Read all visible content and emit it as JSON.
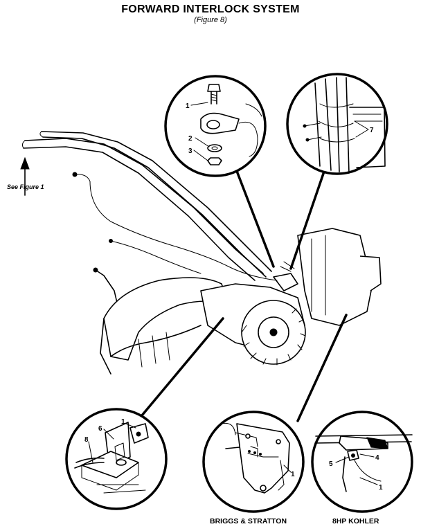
{
  "title": "FORWARD INTERLOCK SYSTEM",
  "subtitle": "(Figure 8)",
  "see_figure": "See Figure 1",
  "callouts": {
    "n1": "1",
    "n2": "2",
    "n3": "3",
    "n7": "7",
    "n8": "8",
    "n6": "6",
    "n1b": "1",
    "n1c": "1",
    "n5": "5",
    "n4": "4",
    "n1d": "1"
  },
  "captions": {
    "briggs": "BRIGGS & STRATTON",
    "kohler": "8HP KOHLER"
  }
}
